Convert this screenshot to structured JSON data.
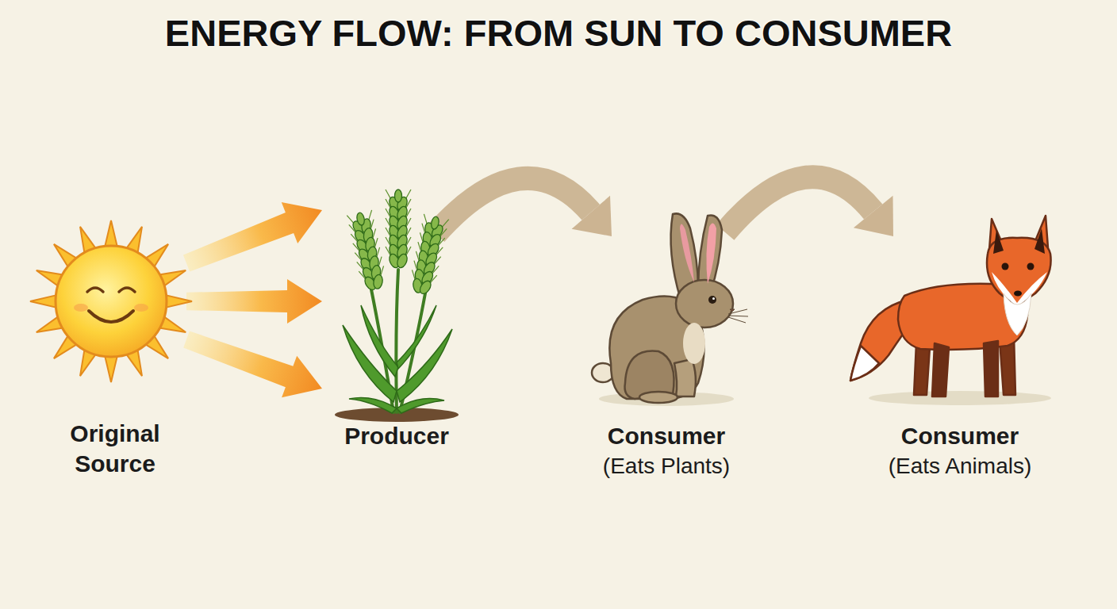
{
  "diagram": {
    "title": "ENERGY FLOW: FROM SUN TO CONSUMER",
    "nodes": [
      {
        "text": [
          "Original Source"
        ]
      },
      {
        "text": [
          "Producer"
        ]
      },
      {
        "text": [
          "Consumer",
          "(Eats Plants)"
        ]
      },
      {
        "text": [
          "Consumer",
          "(Eats Animals)"
        ]
      }
    ],
    "edges": [
      {
        "from": 0,
        "to": 1,
        "arrow": "to"
      },
      {
        "from": 1,
        "to": 2,
        "arrow": "to"
      },
      {
        "from": 2,
        "to": 3,
        "arrow": "to"
      }
    ]
  }
}
